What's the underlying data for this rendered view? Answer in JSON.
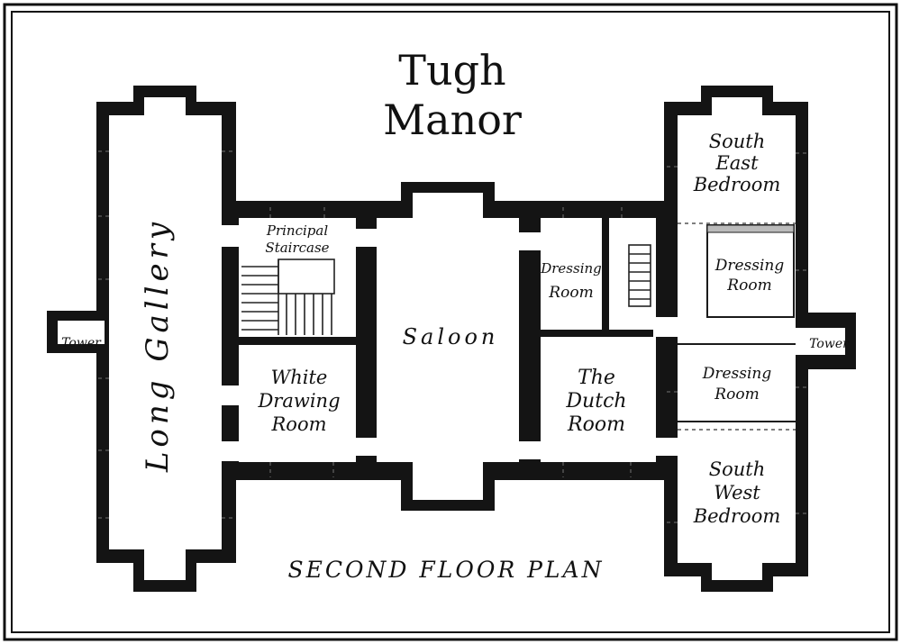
{
  "title": {
    "line1": "Tugh",
    "line2": "Manor"
  },
  "rooms": {
    "long_gallery": "Long Gallery",
    "tower_west": "Tower",
    "tower_east": "Tower",
    "principal_staircase": [
      "Principal",
      "Staircase"
    ],
    "white_drawing_room": [
      "White",
      "Drawing",
      "Room"
    ],
    "saloon": "Saloon",
    "dressing_room_centre": [
      "Dressing",
      "Room"
    ],
    "dutch_room": [
      "The",
      "Dutch",
      "Room"
    ],
    "south_east_bedroom": [
      "South",
      "East",
      "Bedroom"
    ],
    "dressing_room_east_upper": [
      "Dressing",
      "Room"
    ],
    "dressing_room_east_lower": [
      "Dressing",
      "Room"
    ],
    "south_west_bedroom": [
      "South",
      "West",
      "Bedroom"
    ]
  },
  "caption": "SECOND FLOOR PLAN",
  "colors": {
    "wall": "#141414",
    "paper": "#ffffff"
  }
}
